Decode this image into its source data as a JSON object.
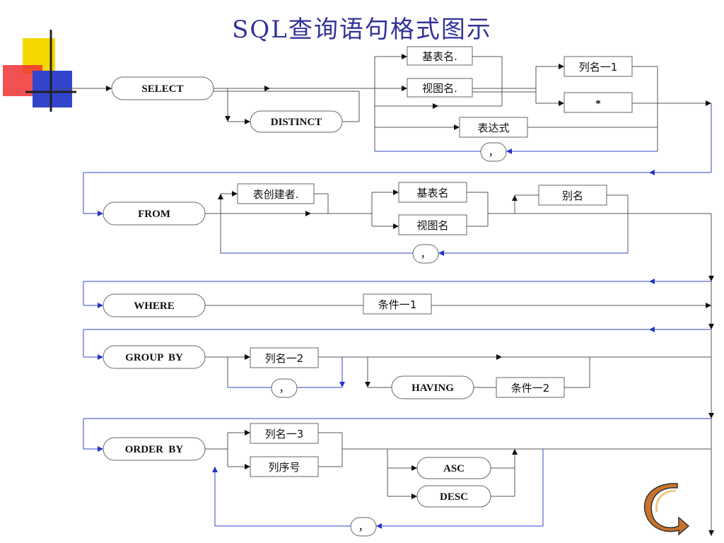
{
  "title": "SQL查询语句格式图示",
  "keywords": {
    "select": "SELECT",
    "distinct": "DISTINCT",
    "from": "FROM",
    "where": "WHERE",
    "group_by": "GROUP  BY",
    "having": "HAVING",
    "order_by": "ORDER  BY",
    "asc": "ASC",
    "desc": "DESC"
  },
  "boxes": {
    "base_table_dot": "基表名.",
    "view_dot": "视图名.",
    "col_name_1": "列名一1",
    "star": "*",
    "expr": "表达式",
    "creator": "表创建者.",
    "base_table": "基表名",
    "view": "视图名",
    "alias": "别名",
    "cond_1": "条件一1",
    "col_name_2": "列名一2",
    "cond_2": "条件一2",
    "col_name_3": "列名一3",
    "col_seq": "列序号"
  },
  "comma": "，",
  "colors": {
    "title": "#333399",
    "loop_line": "#3344cc",
    "line": "#555555"
  }
}
